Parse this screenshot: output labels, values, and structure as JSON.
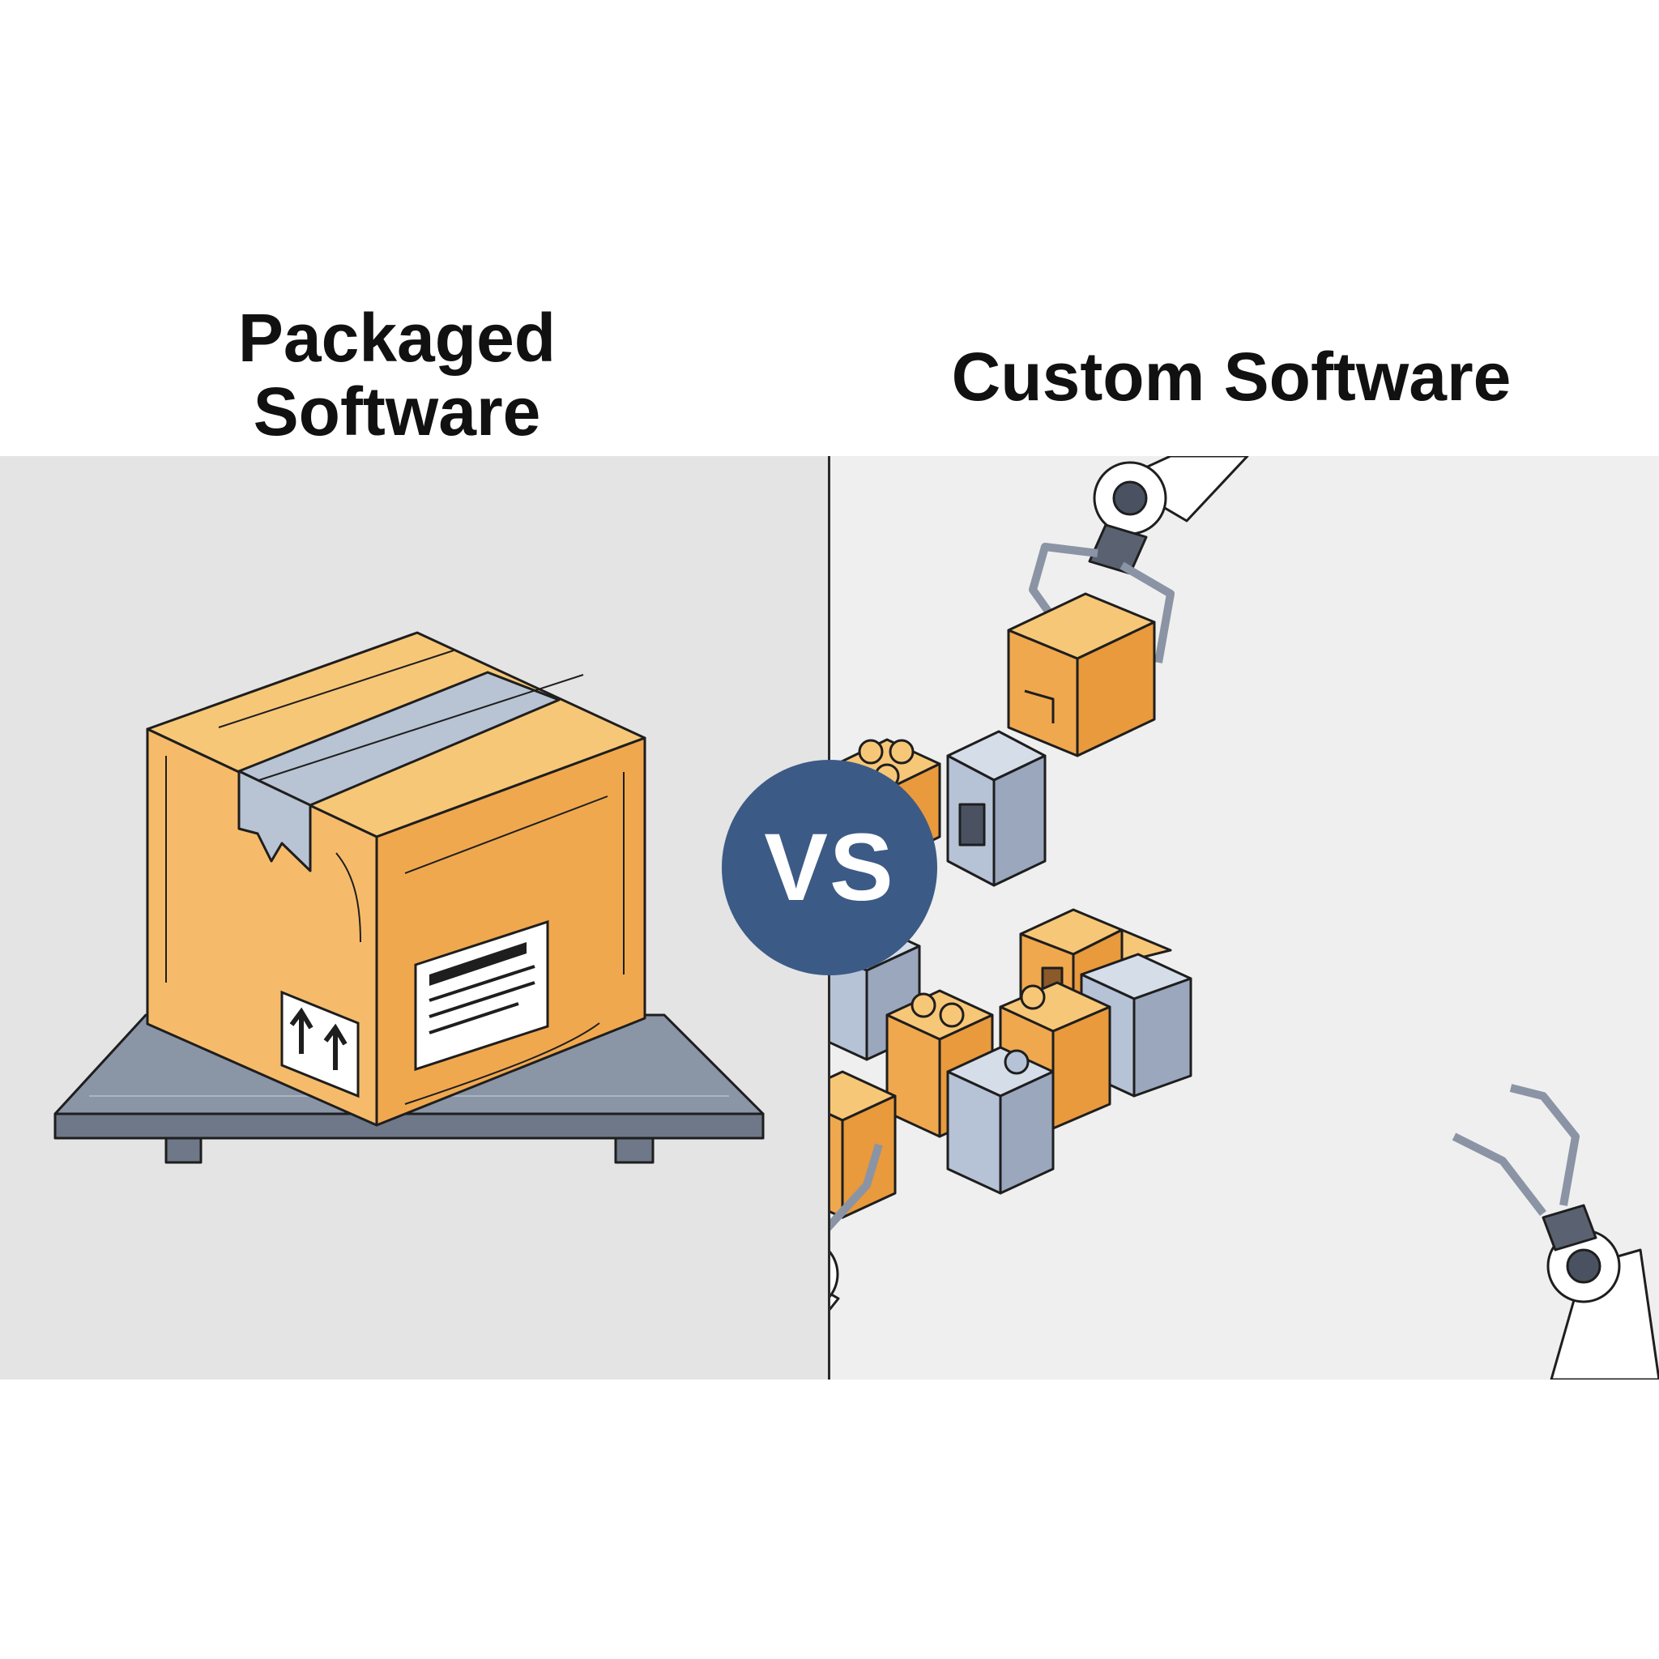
{
  "titles": {
    "left_line1": "Packaged",
    "left_line2": "Software",
    "right": "Custom Software"
  },
  "badge": {
    "label": "VS"
  },
  "colors": {
    "panel_left_bg": "#e4e4e4",
    "panel_right_bg": "#efefef",
    "box_orange": "#f1ad55",
    "box_orange_light": "#f7c778",
    "block_blue": "#b6c2d6",
    "pallet_gray": "#7d8899",
    "vs_badge": "#3c5a86",
    "outline": "#1e1e1e"
  },
  "icons": {
    "left": "packaged-box-icon",
    "right": "robotic-arms-assembling-blocks-icon"
  }
}
